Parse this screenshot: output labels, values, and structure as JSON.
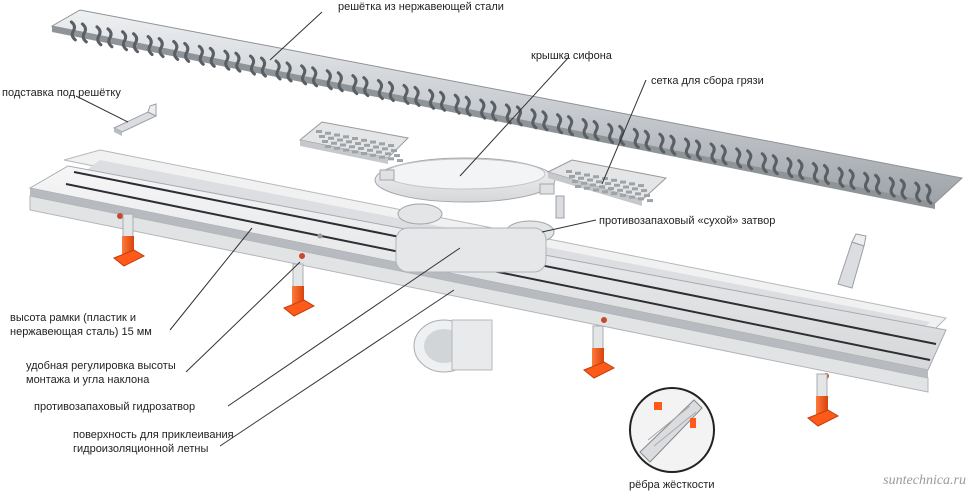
{
  "labels": {
    "grate": "решётка из нержавеющей стали",
    "siphon_cover": "крышка сифона",
    "dirt_mesh": "сетка для сбора грязи",
    "grate_stand": "подставка под решётку",
    "dry_trap": "противозапаховый «сухой» затвор",
    "frame_height_1": "высота рамки (пластик и",
    "frame_height_2": "нержавеющая сталь) 15 мм",
    "height_adjust_1": "удобная регулировка высоты",
    "height_adjust_2": "монтажа и угла наклона",
    "water_trap": "противозапаховый гидрозатвор",
    "surface_1": "поверхность для приклеивания",
    "surface_2": "гидроизоляционной летны",
    "ribs": "рёбра жёсткости"
  },
  "watermark": "suntechnica.ru",
  "colors": {
    "steel": "#c9ccd0",
    "plastic": "#e9e9ea",
    "feet": "#ff5a1a",
    "leader": "#333333"
  }
}
